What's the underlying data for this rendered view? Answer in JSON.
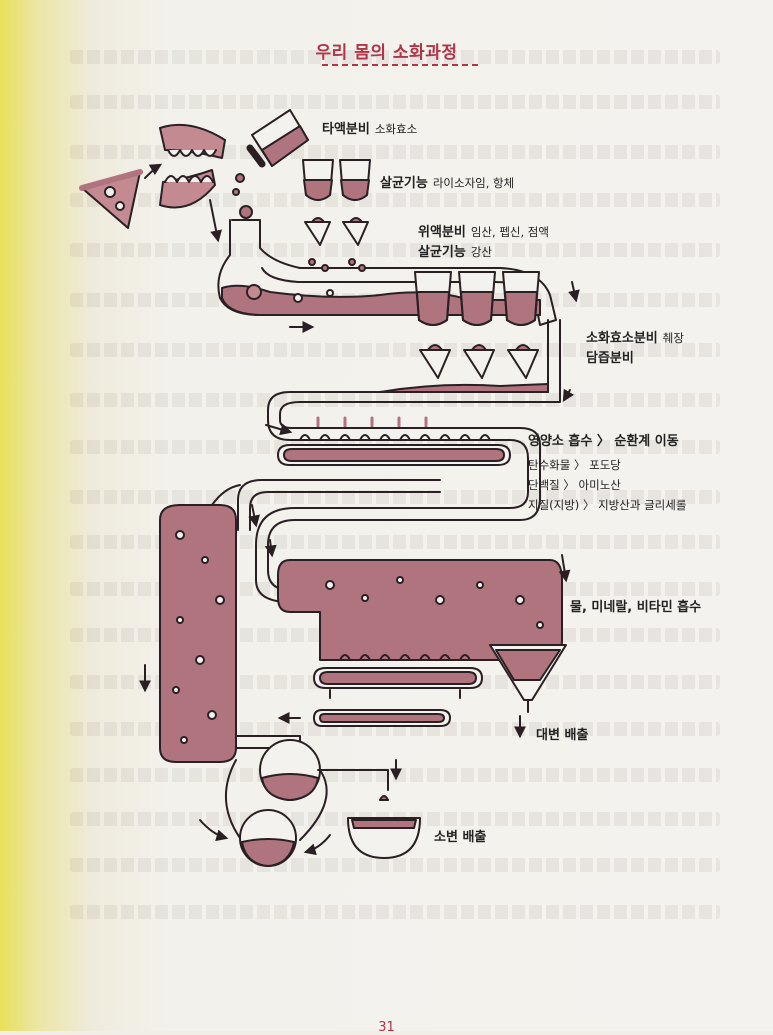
{
  "title": "우리 몸의 소화과정",
  "labels": {
    "saliva": {
      "main": "타액분비",
      "sub": "소화효소"
    },
    "sterilize1": {
      "main": "살균기능",
      "sub": "라이소자임, 항체"
    },
    "gastric": {
      "main": "위액분비",
      "sub": "임산, 펩신, 점액"
    },
    "sterilize2": {
      "main": "살균기능",
      "sub": "강산"
    },
    "enzyme": {
      "main": "소화효소분비",
      "sub": "췌장"
    },
    "bile": {
      "main": "담즙분비"
    },
    "nutrient": {
      "main": "영양소 흡수 〉 순환계 이동"
    },
    "carb": "탄수화물 〉 포도당",
    "protein": "단백질 〉 아미노산",
    "fat": "지질(지방) 〉 지방산과 글리세롤",
    "water": {
      "main": "물, 미네랄, 비타민 흡수"
    },
    "feces": {
      "main": "대변 배출"
    },
    "urine": {
      "main": "소변 배출"
    }
  },
  "page_number": "31",
  "colors": {
    "fill": "#b0747e",
    "fill_light": "#c48a92",
    "line": "#2a2024",
    "accent": "#b0344a"
  }
}
